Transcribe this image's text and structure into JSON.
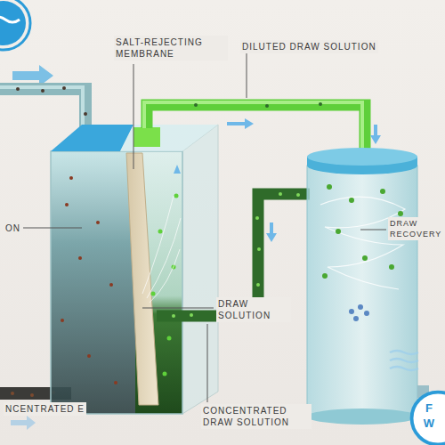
{
  "diagram": {
    "nodes": [
      {
        "text": [
          "F W"
        ]
      }
    ],
    "labels": [
      "SALT-REJECTING MEMBRANE",
      "DILUTED DRAW SOLUTION",
      "ON",
      "DRAW SOLUTION",
      "DRAW RECOVERY",
      "NCENTRATED E",
      "CONCENTRATED DRAW SOLUTION"
    ]
  }
}
